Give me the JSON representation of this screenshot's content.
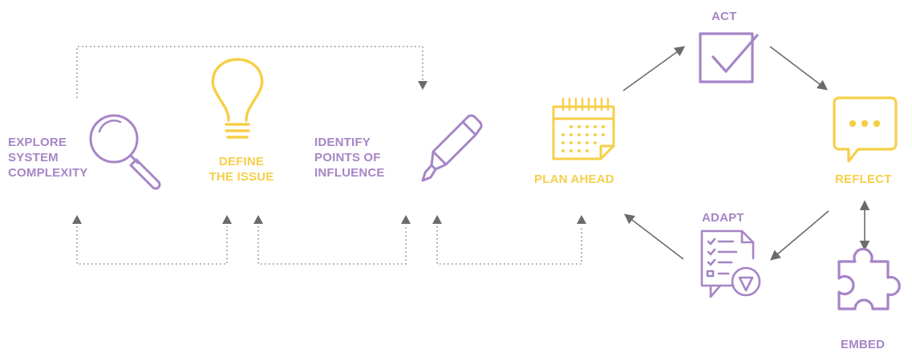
{
  "colors": {
    "purple": "#a685c6",
    "yellow": "#f6cf48",
    "arrow": "#6b6b6b",
    "dots": "#8a8a8a"
  },
  "labels": {
    "explore": [
      "EXPLORE",
      "SYSTEM",
      "COMPLEXITY"
    ],
    "define": [
      "DEFINE",
      "THE ISSUE"
    ],
    "identify": [
      "IDENTIFY",
      "POINTS OF",
      "INFLUENCE"
    ],
    "plan": "PLAN AHEAD",
    "act": "ACT",
    "reflect": "REFLECT",
    "adapt": "ADAPT",
    "embed": "EMBED"
  },
  "icons": {
    "explore": "magnifier-icon",
    "define": "lightbulb-icon",
    "identify": "highlighter-icon",
    "plan": "calendar-icon",
    "act": "checkbox-icon",
    "reflect": "speech-bubble-icon",
    "adapt": "checklist-icon",
    "embed": "puzzle-piece-icon"
  }
}
